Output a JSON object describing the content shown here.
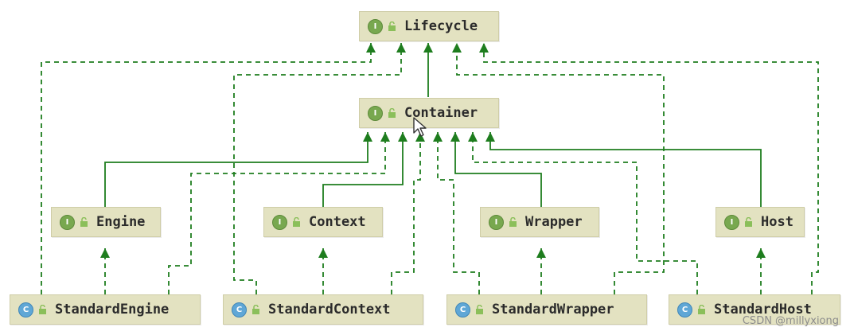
{
  "colors": {
    "edge": "#1e7d1e",
    "node_bg": "#e3e2c1"
  },
  "nodes": {
    "lifecycle": {
      "label": "Lifecycle",
      "badge": "I",
      "kind": "interface"
    },
    "container": {
      "label": "Container",
      "badge": "I",
      "kind": "interface"
    },
    "engine": {
      "label": "Engine",
      "badge": "I",
      "kind": "interface"
    },
    "context": {
      "label": "Context",
      "badge": "I",
      "kind": "interface"
    },
    "wrapper": {
      "label": "Wrapper",
      "badge": "I",
      "kind": "interface"
    },
    "host": {
      "label": "Host",
      "badge": "I",
      "kind": "interface"
    },
    "standard_engine": {
      "label": "StandardEngine",
      "badge": "C",
      "kind": "class"
    },
    "standard_context": {
      "label": "StandardContext",
      "badge": "C",
      "kind": "class"
    },
    "standard_wrapper": {
      "label": "StandardWrapper",
      "badge": "C",
      "kind": "class"
    },
    "standard_host": {
      "label": "StandardHost",
      "badge": "C",
      "kind": "class"
    }
  },
  "edges": [
    {
      "from": "container",
      "to": "lifecycle",
      "type": "extends"
    },
    {
      "from": "engine",
      "to": "container",
      "type": "extends"
    },
    {
      "from": "context",
      "to": "container",
      "type": "extends"
    },
    {
      "from": "wrapper",
      "to": "container",
      "type": "extends"
    },
    {
      "from": "host",
      "to": "container",
      "type": "extends"
    },
    {
      "from": "standard_engine",
      "to": "engine",
      "type": "implements"
    },
    {
      "from": "standard_context",
      "to": "context",
      "type": "implements"
    },
    {
      "from": "standard_wrapper",
      "to": "wrapper",
      "type": "implements"
    },
    {
      "from": "standard_host",
      "to": "host",
      "type": "implements"
    },
    {
      "from": "standard_engine",
      "to": "container",
      "type": "implements"
    },
    {
      "from": "standard_context",
      "to": "container",
      "type": "implements"
    },
    {
      "from": "standard_wrapper",
      "to": "container",
      "type": "implements"
    },
    {
      "from": "standard_host",
      "to": "container",
      "type": "implements"
    },
    {
      "from": "standard_engine",
      "to": "lifecycle",
      "type": "implements"
    },
    {
      "from": "standard_context",
      "to": "lifecycle",
      "type": "implements"
    },
    {
      "from": "standard_wrapper",
      "to": "lifecycle",
      "type": "implements"
    },
    {
      "from": "standard_host",
      "to": "lifecycle",
      "type": "implements"
    }
  ],
  "watermark": "CSDN @millyxiong"
}
